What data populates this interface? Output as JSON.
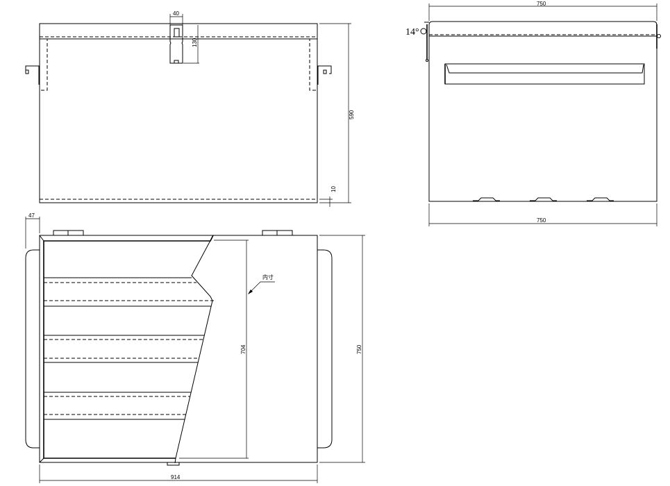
{
  "front_view": {
    "latch_width": "40",
    "latch_height": "130",
    "height": "590",
    "bottom_offset": "10"
  },
  "side_view": {
    "top_width": "750",
    "bottom_width": "750",
    "lid_angle": "14°"
  },
  "top_view": {
    "handle_offset": "47",
    "inner_depth": "704",
    "inner_label": "内寸",
    "depth": "750",
    "width": "914"
  }
}
